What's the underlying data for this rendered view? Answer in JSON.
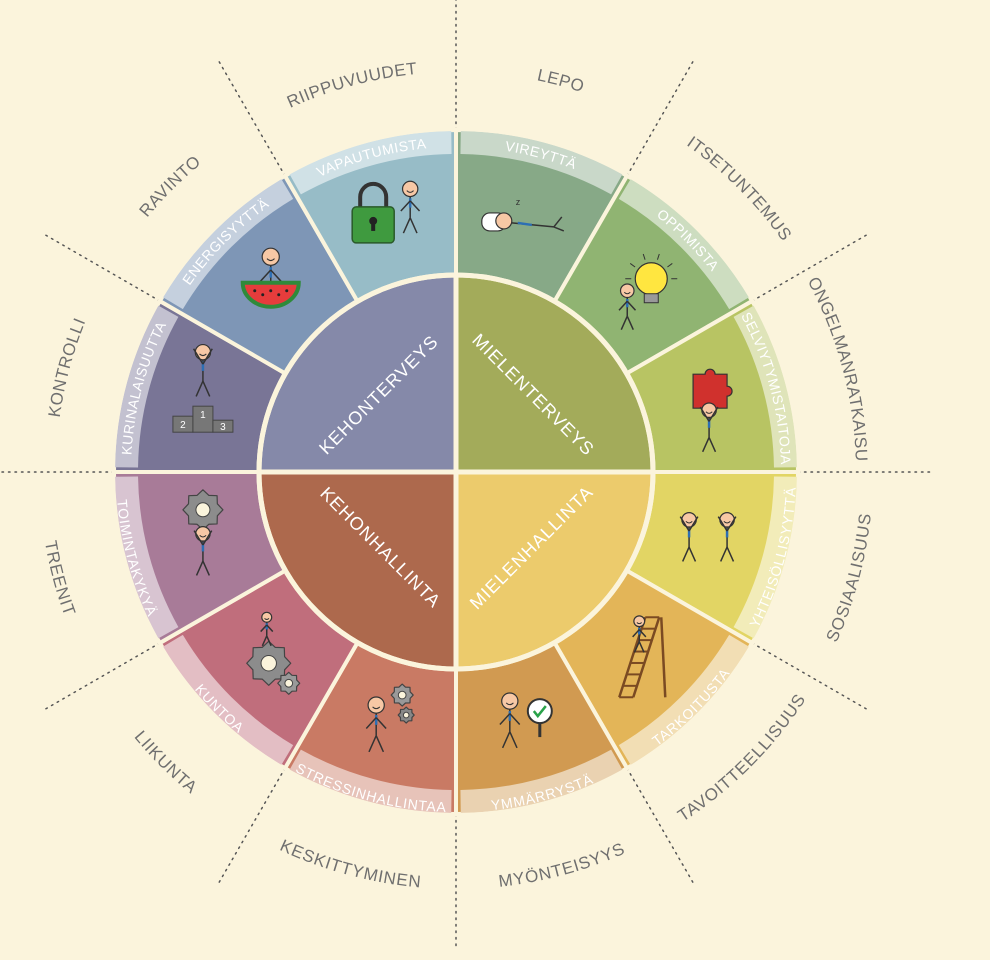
{
  "quadrants": [
    {
      "label": "KEHONTERVEYS",
      "color": "#8589a9"
    },
    {
      "label": "MIELENTERVEYS",
      "color": "#a3ab5a"
    },
    {
      "label": "MIELENHALLINTA",
      "color": "#eccb6c"
    },
    {
      "label": "KEHONHALLINTA",
      "color": "#ad694d"
    }
  ],
  "segments": [
    {
      "ring_label": "VIREYTTÄ",
      "outer_label": "LEPO",
      "color": "#87a987",
      "icon": "sleeping-figure-icon"
    },
    {
      "ring_label": "OPPIMISTA",
      "outer_label": "ITSETUNTEMUS",
      "color": "#90b472",
      "icon": "lightbulb-icon"
    },
    {
      "ring_label": "SELVIYTYMISTAITOJA",
      "outer_label": "ONGELMANRATKAISU",
      "color": "#b8c463",
      "icon": "puzzle-piece-icon"
    },
    {
      "ring_label": "YHTEISÖLLISYYTTÄ",
      "outer_label": "SOSIAALISUUS",
      "color": "#e2d564",
      "icon": "two-people-icon"
    },
    {
      "ring_label": "TARKOITUSTA",
      "outer_label": "TAVOITTEELLISUUS",
      "color": "#e3b558",
      "icon": "ladder-icon"
    },
    {
      "ring_label": "YMMÄRRYSTÄ",
      "outer_label": "MYÖNTEISYYS",
      "color": "#d19a51",
      "icon": "magnifier-check-icon"
    },
    {
      "ring_label": "STRESSINHALLINTAA",
      "outer_label": "KESKITTYMINEN",
      "color": "#c97a64",
      "icon": "person-with-gears-icon"
    },
    {
      "ring_label": "KUNTOA",
      "outer_label": "LIIKUNTA",
      "color": "#c06e7c",
      "icon": "gears-icon"
    },
    {
      "ring_label": "TOIMINTAKYKYÄ",
      "outer_label": "TREENIT",
      "color": "#a87b98",
      "icon": "gear-lifting-icon"
    },
    {
      "ring_label": "KURINALAISUUTTA",
      "outer_label": "KONTROLLI",
      "color": "#797596",
      "icon": "podium-icon"
    },
    {
      "ring_label": "ENERGISYYTTÄ",
      "outer_label": "RAVINTO",
      "color": "#7e96b6",
      "icon": "watermelon-icon"
    },
    {
      "ring_label": "VAPAUTUMISTA",
      "outer_label": "RIIPPUVUUDET",
      "color": "#97bcc7",
      "icon": "padlock-icon"
    }
  ],
  "podium_places": [
    "1",
    "2",
    "3"
  ],
  "colors": {
    "background": "#fbf4dc",
    "divider": "#fbf4dc",
    "band_alpha": 0.55
  }
}
